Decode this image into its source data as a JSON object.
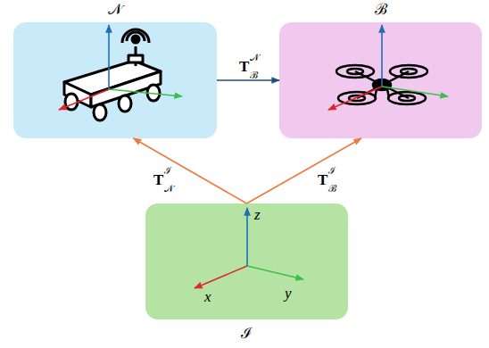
{
  "diagram": {
    "nodes": [
      {
        "text": [
          "𝒩"
        ]
      },
      {
        "text": [
          "ℬ"
        ]
      },
      {
        "text": [
          "ℐ"
        ]
      }
    ],
    "edges": [
      {
        "from": 0,
        "to": 1,
        "arrow": "to",
        "label": "T"
      },
      {
        "from": 2,
        "to": 0,
        "arrow": "to",
        "label": "T"
      },
      {
        "from": 2,
        "to": 1,
        "arrow": "to",
        "label": "T"
      }
    ],
    "labels": [
      "𝒩",
      "ℬ",
      "ℐ",
      "𝒩",
      "ℐ",
      "ℬ",
      "z",
      "x",
      "y"
    ]
  }
}
